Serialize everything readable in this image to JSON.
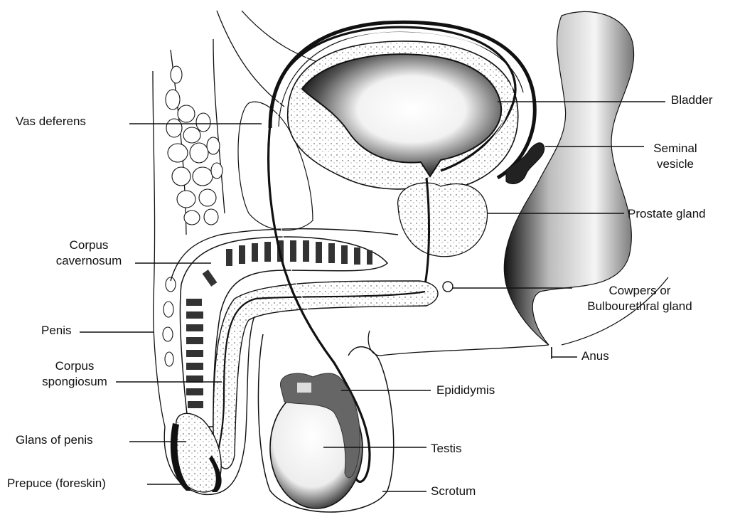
{
  "colors": {
    "ink": "#111111",
    "paper": "#ffffff",
    "tissue": "#f7f7f7",
    "stipple": "#2a2a2a",
    "epididymis": "#6b6b6b"
  },
  "labels": {
    "vas_deferens": "Vas deferens",
    "bladder": "Bladder",
    "seminal_vesicle": [
      "Seminal",
      "vesicle"
    ],
    "prostate_gland": "Prostate gland",
    "corpus_cavernosum": [
      "Corpus",
      "cavernosum"
    ],
    "cowpers_gland": [
      "Cowpers or",
      "Bulbourethral gland"
    ],
    "penis": "Penis",
    "anus": "Anus",
    "corpus_spongiosum": [
      "Corpus",
      "spongiosum"
    ],
    "epididymis": "Epididymis",
    "glans_of_penis": "Glans of penis",
    "testis": "Testis",
    "prepuce": "Prepuce (foreskin)",
    "scrotum": "Scrotum"
  }
}
